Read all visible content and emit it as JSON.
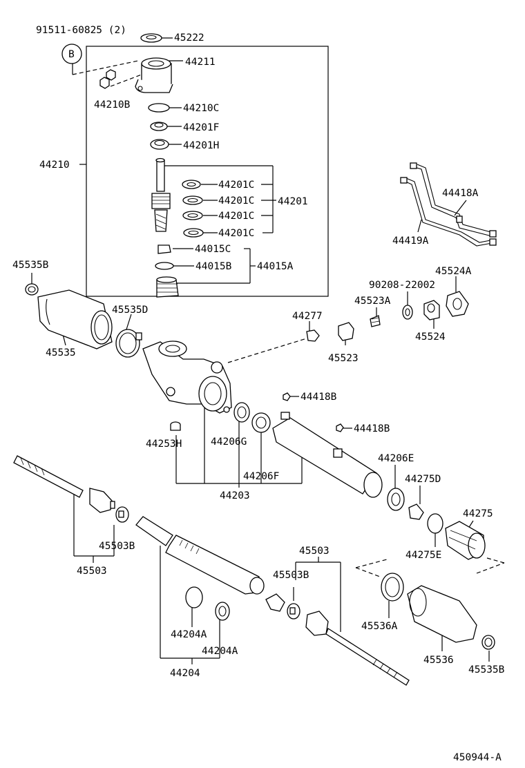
{
  "callouts": {
    "c91511": "91511-60825 (2)",
    "cB": "B",
    "c45222": "45222",
    "c44211": "44211",
    "c44210B": "44210B",
    "c44210C": "44210C",
    "c44201F": "44201F",
    "c44201H": "44201H",
    "c44210": "44210",
    "c44201C_1": "44201C",
    "c44201C_2": "44201C",
    "c44201C_3": "44201C",
    "c44201C_4": "44201C",
    "c44201": "44201",
    "c44015C": "44015C",
    "c44015B": "44015B",
    "c44015A": "44015A",
    "c44418A": "44418A",
    "c44419A": "44419A",
    "c45524A": "45524A",
    "c90208": "90208-22002",
    "c45523A": "45523A",
    "c45524": "45524",
    "c45535B_top": "45535B",
    "c45535D": "45535D",
    "c45535": "45535",
    "c44277": "44277",
    "c45523": "45523",
    "c44418B_1": "44418B",
    "c44418B_2": "44418B",
    "c44253H": "44253H",
    "c44206G": "44206G",
    "c44206F": "44206F",
    "c44203": "44203",
    "c44206E": "44206E",
    "c44275D": "44275D",
    "c44275": "44275",
    "c44275E": "44275E",
    "c45503B_left": "45503B",
    "c45503_left": "45503",
    "c45503_right": "45503",
    "c45503B_right": "45503B",
    "c45536A": "45536A",
    "c45536": "45536",
    "c45535B_bottom": "45535B",
    "c44204A_1": "44204A",
    "c44204A_2": "44204A",
    "c44204": "44204",
    "c450944": "450944-A"
  }
}
